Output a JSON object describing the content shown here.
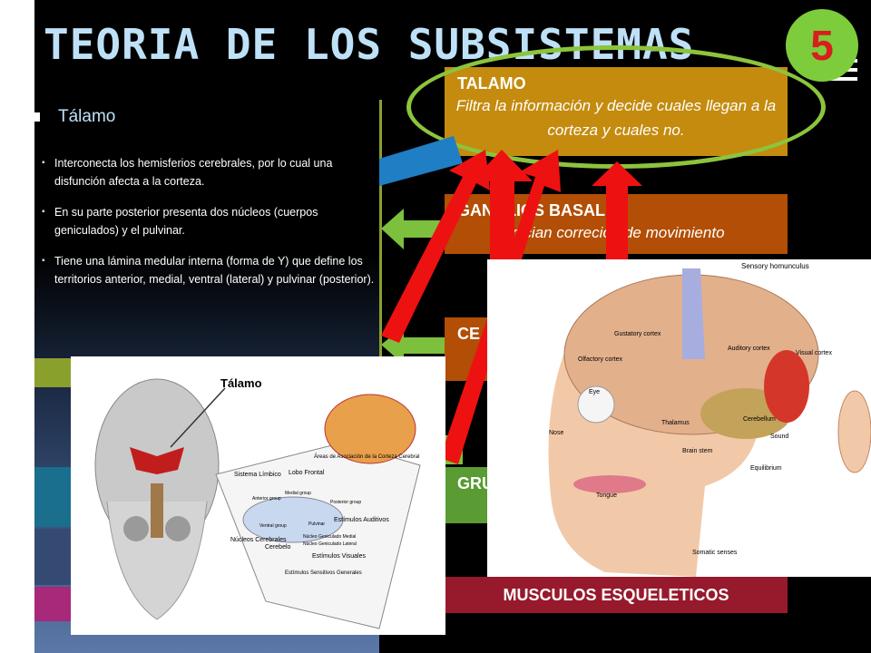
{
  "slide": {
    "title": "TEORIA DE LOS SUBSISTEMAS",
    "badge": "5"
  },
  "info": {
    "heading": "Tálamo",
    "bullets": [
      "Interconecta los hemisferios cerebrales,  por lo cual una disfunción afecta a la corteza.",
      "En su parte posterior presenta dos núcleos (cuerpos geniculados) y el pulvinar.",
      "Tiene una lámina medular interna (forma de Y) que define los territorios anterior, medial, ventral (lateral) y pulvinar (posterior)."
    ]
  },
  "boxes": {
    "talamo": {
      "title": "TALAMO",
      "desc": "Filtra la información y decide cuales llegan a la corteza y cuales no."
    },
    "ganglios": {
      "title": "GANGLIOS BASALES",
      "desc": "Inician correcion de movimiento"
    },
    "cerebelo": {
      "title": "CE",
      "desc": "C"
    },
    "grupos": {
      "title": "GRU"
    },
    "musculos": {
      "title": "MUSCULOS ESQUELETICOS"
    }
  },
  "skull_diagram": {
    "labels": {
      "talamo": "Tálamo",
      "sistema_limbico": "Sistema Límbico",
      "lobo_frontal": "Lobo Frontal",
      "areas_asociacion": "Áreas de Asociación de la Corteza Cerebral",
      "nucleos_cerebrales": "Núcleos Cerebrales",
      "cerebelo": "Cerebelo",
      "estimulos_visuales": "Estímulos Visuales",
      "estimulos_auditivos": "Estímulos Auditivos",
      "estimulos_generales": "Estímulos Sensitivos Generales",
      "geniculado_medial": "Núcleo Geniculado Medial",
      "geniculado_lateral": "Núcleo Geniculado Lateral",
      "pulvinar": "Pulvinar",
      "anterior_group": "Anterior group",
      "medial_group": "Medial group",
      "ventral_group": "Ventral group",
      "posterior_group": "Posterior group"
    }
  },
  "brain_diagram": {
    "labels": {
      "sensory_homunculus": "Sensory homunculus",
      "gustatory_cortex": "Gustatory cortex",
      "auditory_cortex": "Auditory cortex",
      "olfactory_cortex": "Olfactory cortex",
      "visual_cortex": "Visual cortex",
      "eye": "Eye",
      "thalamus": "Thalamus",
      "cerebellum": "Cerebellum",
      "nose": "Nose",
      "brain_stem": "Brain stem",
      "sound": "Sound",
      "equilibrium": "Equilibrium",
      "tongue": "Tongue",
      "somatic_senses": "Somatic senses"
    }
  }
}
